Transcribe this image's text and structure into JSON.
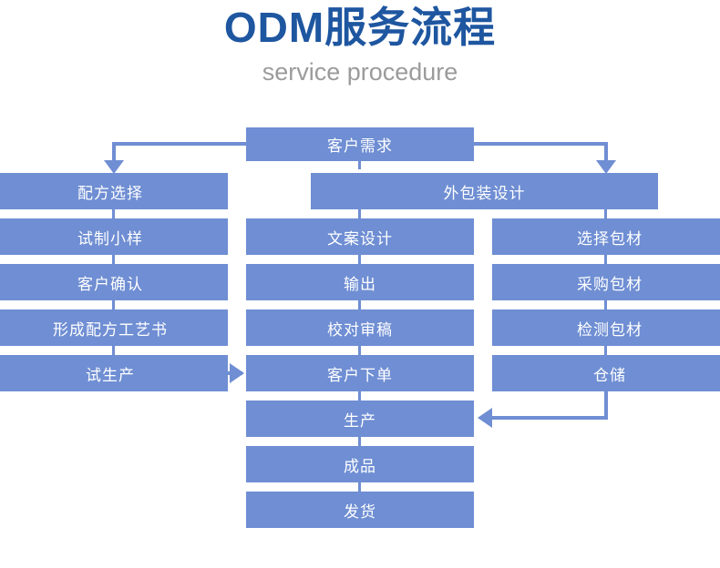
{
  "header": {
    "title": "ODM服务流程",
    "subtitle": "service procedure",
    "title_color": "#1e56a0",
    "subtitle_color": "#9b9b9b"
  },
  "theme": {
    "box_fill": "#6f8ed3",
    "box_text": "#ffffff",
    "background": "#ffffff"
  },
  "chart_data": {
    "type": "diagram",
    "title": "ODM服务流程",
    "subtitle": "service procedure",
    "columns": [
      {
        "name": "formula-branch",
        "nodes": [
          "配方选择",
          "试制小样",
          "客户确认",
          "形成配方工艺书",
          "试生产"
        ]
      },
      {
        "name": "design-branch",
        "nodes": [
          "客户需求",
          "外包装设计",
          "文案设计",
          "输出",
          "校对审稿",
          "客户下单",
          "生产",
          "成品",
          "发货"
        ]
      },
      {
        "name": "packaging-branch",
        "nodes": [
          "选择包材",
          "采购包材",
          "检测包材",
          "仓储"
        ]
      }
    ],
    "edges": [
      {
        "from": "客户需求",
        "to": "配方选择",
        "style": "elbow-left-down"
      },
      {
        "from": "客户需求",
        "to": "外包装设计",
        "style": "elbow-right-down"
      },
      {
        "from": "配方选择",
        "to": "试制小样",
        "style": "stub"
      },
      {
        "from": "试制小样",
        "to": "客户确认",
        "style": "stub"
      },
      {
        "from": "客户确认",
        "to": "形成配方工艺书",
        "style": "stub"
      },
      {
        "from": "形成配方工艺书",
        "to": "试生产",
        "style": "stub"
      },
      {
        "from": "试生产",
        "to": "客户下单",
        "style": "arrow-right"
      },
      {
        "from": "外包装设计",
        "to": "文案设计",
        "style": "stub"
      },
      {
        "from": "外包装设计",
        "to": "选择包材",
        "style": "stub"
      },
      {
        "from": "文案设计",
        "to": "输出",
        "style": "stub"
      },
      {
        "from": "输出",
        "to": "校对审稿",
        "style": "stub"
      },
      {
        "from": "校对审稿",
        "to": "客户下单",
        "style": "stub"
      },
      {
        "from": "客户下单",
        "to": "生产",
        "style": "stub"
      },
      {
        "from": "生产",
        "to": "成品",
        "style": "stub"
      },
      {
        "from": "成品",
        "to": "发货",
        "style": "stub"
      },
      {
        "from": "选择包材",
        "to": "采购包材",
        "style": "stub"
      },
      {
        "from": "采购包材",
        "to": "检测包材",
        "style": "stub"
      },
      {
        "from": "检测包材",
        "to": "仓储",
        "style": "stub"
      },
      {
        "from": "仓储",
        "to": "生产",
        "style": "elbow-down-left-arrow"
      }
    ]
  },
  "nodes": {
    "customer_demand": "客户需求",
    "formula_select": "配方选择",
    "trial_sample": "试制小样",
    "customer_confirm": "客户确认",
    "formula_doc": "形成配方工艺书",
    "trial_production": "试生产",
    "package_design": "外包装设计",
    "copy_design": "文案设计",
    "output": "输出",
    "proofreading": "校对审稿",
    "customer_order": "客户下单",
    "production": "生产",
    "finished_goods": "成品",
    "shipment": "发货",
    "select_material": "选择包材",
    "purchase_material": "采购包材",
    "inspect_material": "检测包材",
    "warehousing": "仓储"
  }
}
